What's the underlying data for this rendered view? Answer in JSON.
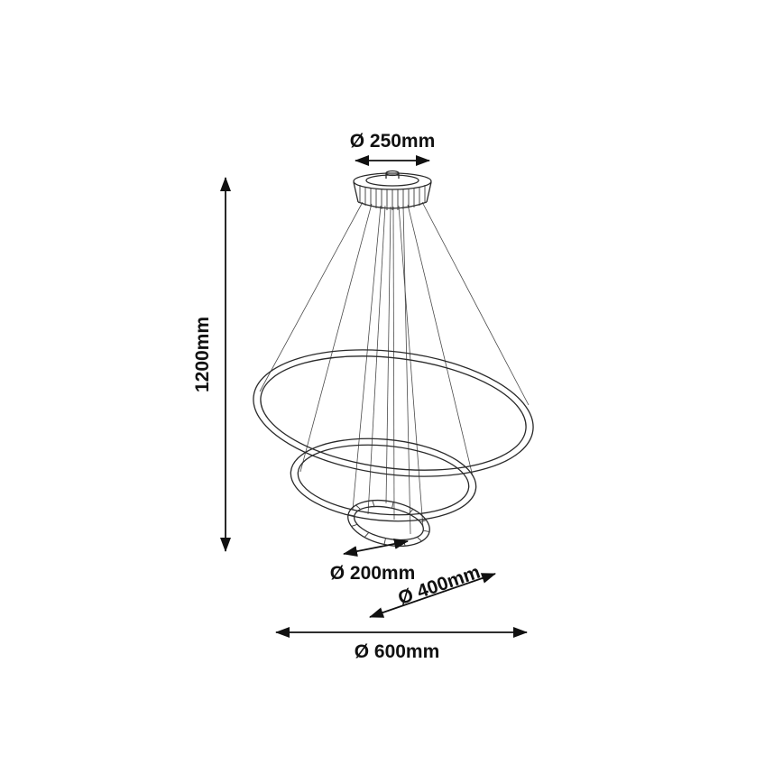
{
  "diagram": {
    "labels": {
      "canopy_diameter": "Ø 250mm",
      "drop_height": "1200mm",
      "small_ring_diameter": "Ø 200mm",
      "middle_ring_diameter": "Ø 400mm",
      "large_ring_diameter": "Ø 600mm"
    },
    "colors": {
      "line": "#111111",
      "background": "#ffffff"
    }
  }
}
